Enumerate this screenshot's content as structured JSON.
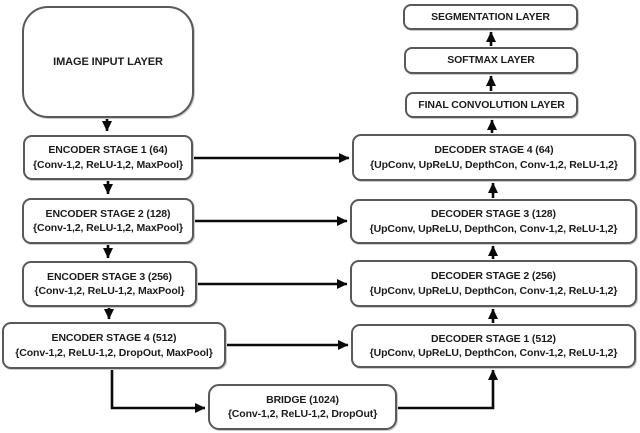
{
  "colors": {
    "box_border": "#595959",
    "box_fill": "#ffffff",
    "arrow": "#0a0a0a",
    "text": "#1c1c1c",
    "background": "#ffffff"
  },
  "nodes": {
    "input": {
      "title": "IMAGE INPUT LAYER"
    },
    "enc1": {
      "title": "ENCODER STAGE 1 (64)",
      "ops": "{Conv-1,2, ReLU-1,2, MaxPool}"
    },
    "enc2": {
      "title": "ENCODER STAGE 2 (128)",
      "ops": "{Conv-1,2, ReLU-1,2, MaxPool}"
    },
    "enc3": {
      "title": "ENCODER STAGE 3 (256)",
      "ops": "{Conv-1,2, ReLU-1,2, MaxPool}"
    },
    "enc4": {
      "title": "ENCODER STAGE 4 (512)",
      "ops": "{Conv-1,2, ReLU-1,2, DropOut, MaxPool}"
    },
    "bridge": {
      "title": "BRIDGE (1024)",
      "ops": "{Conv-1,2, ReLU-1,2, DropOut}"
    },
    "dec1": {
      "title": "DECODER STAGE 1 (512)",
      "ops": "{UpConv, UpReLU, DepthCon, Conv-1,2, ReLU-1,2}"
    },
    "dec2": {
      "title": "DECODER STAGE 2 (256)",
      "ops": "{UpConv, UpReLU, DepthCon, Conv-1,2, ReLU-1,2}"
    },
    "dec3": {
      "title": "DECODER STAGE 3 (128)",
      "ops": "{UpConv, UpReLU, DepthCon, Conv-1,2, ReLU-1,2}"
    },
    "dec4": {
      "title": "DECODER STAGE 4 (64)",
      "ops": "{UpConv, UpReLU, DepthCon, Conv-1,2, ReLU-1,2}"
    },
    "final_conv": {
      "title": "FINAL CONVOLUTION LAYER"
    },
    "softmax": {
      "title": "SOFTMAX LAYER"
    },
    "segmentation": {
      "title": "SEGMENTATION LAYER"
    }
  },
  "edges": [
    {
      "from": "input",
      "to": "enc1",
      "kind": "flow-down"
    },
    {
      "from": "enc1",
      "to": "enc2",
      "kind": "flow-down"
    },
    {
      "from": "enc2",
      "to": "enc3",
      "kind": "flow-down"
    },
    {
      "from": "enc3",
      "to": "enc4",
      "kind": "flow-down"
    },
    {
      "from": "enc4",
      "to": "bridge",
      "kind": "elbow"
    },
    {
      "from": "bridge",
      "to": "dec1",
      "kind": "elbow"
    },
    {
      "from": "enc1",
      "to": "dec4",
      "kind": "skip"
    },
    {
      "from": "enc2",
      "to": "dec3",
      "kind": "skip"
    },
    {
      "from": "enc3",
      "to": "dec2",
      "kind": "skip"
    },
    {
      "from": "enc4",
      "to": "dec1",
      "kind": "skip"
    },
    {
      "from": "dec1",
      "to": "dec2",
      "kind": "flow-up"
    },
    {
      "from": "dec2",
      "to": "dec3",
      "kind": "flow-up"
    },
    {
      "from": "dec3",
      "to": "dec4",
      "kind": "flow-up"
    },
    {
      "from": "dec4",
      "to": "final_conv",
      "kind": "flow-up"
    },
    {
      "from": "final_conv",
      "to": "softmax",
      "kind": "flow-up"
    },
    {
      "from": "softmax",
      "to": "segmentation",
      "kind": "flow-up"
    }
  ]
}
